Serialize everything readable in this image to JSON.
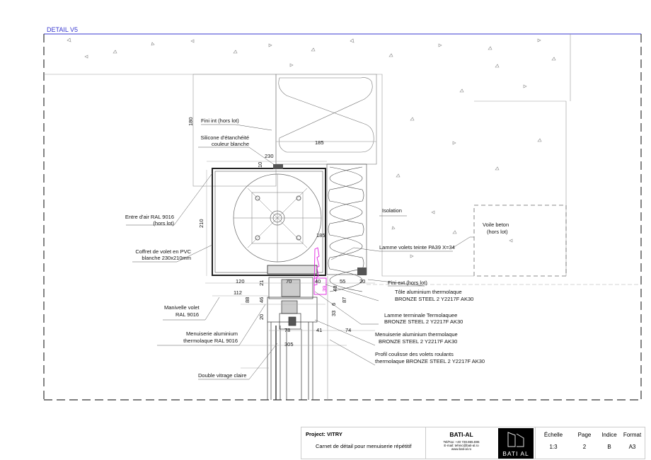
{
  "detail_title": "DETAIL V5",
  "labels": {
    "fini_int": "Fini int (hors lot)",
    "silicone_1": "Silicone d'étanchéité",
    "silicone_2": "couleur blanche",
    "entree_air_1": "Entre d'air RAL 9016",
    "entree_air_2": "(hors lot)",
    "coffre_1": "Coffret de volet  en PVC",
    "coffre_2": "blanche 230x210mm",
    "isolation": "Isolation",
    "voile_1": "Voile beton",
    "voile_2": "(hors lot)",
    "lamme_volets": "Lamme volets teinte PA39 X=34",
    "fini_ext": "Fini ext (hors lot)",
    "tole_1": "Tôle aluminium thermolaque",
    "tole_2": "BRONZE STEEL 2 Y2217F AK30",
    "lamme_term_1": "Lamme terminale Termolaquee",
    "lamme_term_2": "BRONZE STEEL 2 Y2217F AK30",
    "manivelle_1": "Manivelle volet",
    "manivelle_2": "RAL 9016",
    "menuis_int_1": "Menuiserie aluminium",
    "menuis_int_2": "thermolaque RAL 9016",
    "menuis_ext_1": "Menuiserie aluminium thermolaque",
    "menuis_ext_2": "BRONZE STEEL 2 Y2217F AK30",
    "profil_1": "Profil coulisse des volets roulants",
    "profil_2": "thermolaque BRONZE STEEL 2 Y2217F AK30",
    "vitrage": "Double vitrage claire"
  },
  "dimensions": {
    "d180": "180",
    "d185a": "185",
    "d230": "230",
    "d10": "10",
    "d210": "210",
    "d185b": "185",
    "d120": "120",
    "d21": "21",
    "d70": "70",
    "d40": "40",
    "d55": "55",
    "d20a": "20",
    "d112": "112",
    "d88": "88",
    "d46": "46",
    "d39": "39",
    "d48": "48",
    "d87": "87",
    "d6": "6",
    "d33": "33",
    "d20b": "20",
    "d78": "78",
    "d41": "41",
    "d74": "74",
    "d305": "305"
  },
  "title_block": {
    "project_label": "Project:",
    "project_name": "VITRY",
    "description": "Carnet de détail pour menuiserie répétitif",
    "company": "BATI-AL",
    "contact_1": "Tel/Fax: +40 728.865.886",
    "contact_2": "E-mail: tehnic@bati-al.ro",
    "contact_3": "www.bati-al.ro",
    "logo_text": "BATI AL",
    "scale_label": "Échelle",
    "scale_value": "1:3",
    "page_label": "Page",
    "page_value": "2",
    "index_label": "Indice",
    "index_value": "B",
    "format_label": "Format",
    "format_value": "A3"
  },
  "colors": {
    "frame_blue": "#3a3ad0",
    "highlight_magenta": "#e020e0",
    "gasket": "#555555"
  }
}
